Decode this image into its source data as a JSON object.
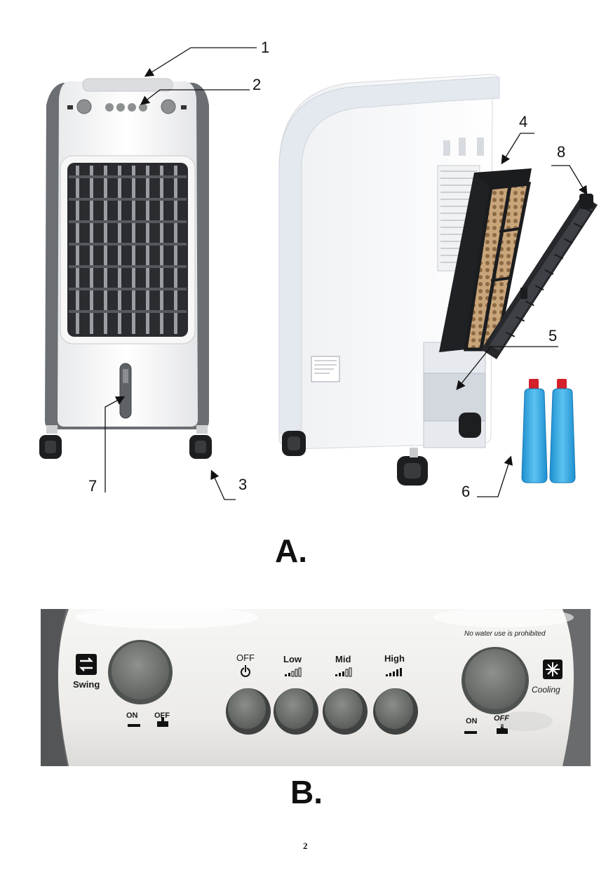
{
  "figure_a": {
    "label": "A.",
    "callouts": {
      "c1": "1",
      "c2": "2",
      "c3": "3",
      "c4": "4",
      "c5": "5",
      "c6": "6",
      "c7": "7",
      "c8": "8"
    }
  },
  "figure_b": {
    "label": "B.",
    "swing": {
      "label": "Swing",
      "on": "ON",
      "off": "OFF"
    },
    "buttons": {
      "off": "OFF",
      "low": "Low",
      "mid": "Mid",
      "high": "High"
    },
    "cooling": {
      "label": "Cooling",
      "on": "ON",
      "off": "OFF",
      "warning": "No water use is prohibited"
    }
  },
  "page_number": "2",
  "colors": {
    "body_white": "#f3f4f6",
    "trim_gray": "#6b6e72",
    "grille_dark": "#2a2c30",
    "knob_gray": "#7a7d7a",
    "ice_pack_blue": "#3aa9e0",
    "cap_red": "#d3202a"
  }
}
